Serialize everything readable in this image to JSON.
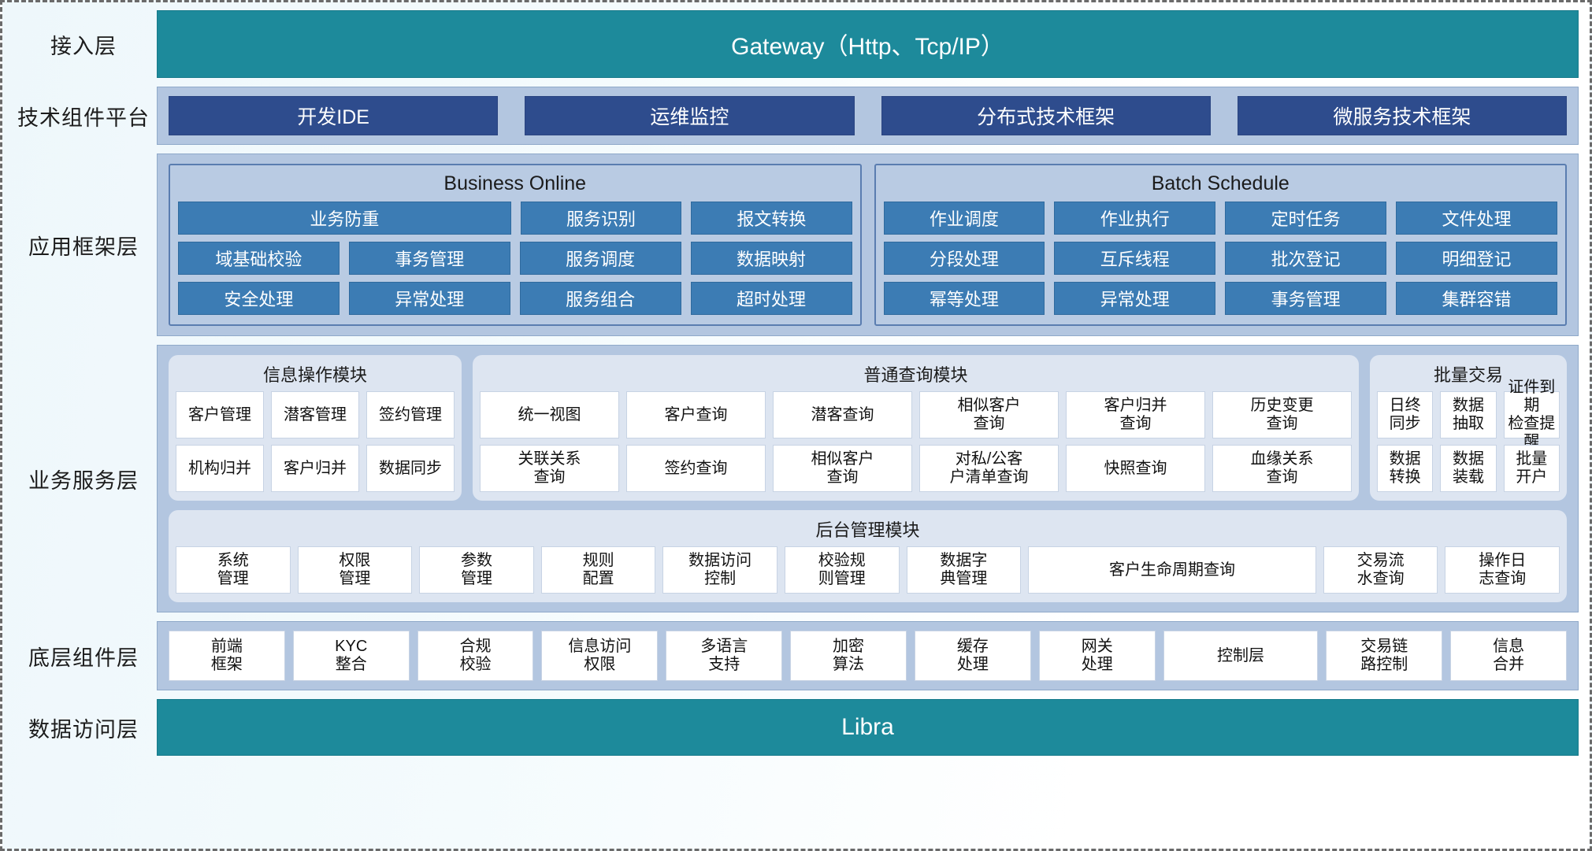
{
  "layers": {
    "access": {
      "label": "接入层",
      "bar": "Gateway（Http、Tcp/IP）"
    },
    "tech": {
      "label": "技术组件平台",
      "items": [
        "开发IDE",
        "运维监控",
        "分布式技术框架",
        "微服务技术框架"
      ]
    },
    "app_framework": {
      "label": "应用框架层",
      "groups": [
        {
          "title": "Business Online",
          "rows": [
            [
              "业务防重",
              "服务识别",
              "报文转换"
            ],
            [
              "域基础校验",
              "事务管理",
              "服务调度",
              "数据映射"
            ],
            [
              "安全处理",
              "异常处理",
              "服务组合",
              "超时处理"
            ]
          ]
        },
        {
          "title": "Batch Schedule",
          "rows": [
            [
              "作业调度",
              "作业执行",
              "定时任务",
              "文件处理"
            ],
            [
              "分段处理",
              "互斥线程",
              "批次登记",
              "明细登记"
            ],
            [
              "幂等处理",
              "异常处理",
              "事务管理",
              "集群容错"
            ]
          ]
        }
      ]
    },
    "business_service": {
      "label": "业务服务层",
      "groups": [
        {
          "title": "信息操作模块",
          "rows": [
            [
              "客户管理",
              "潜客管理",
              "签约管理"
            ],
            [
              "机构归并",
              "客户归并",
              "数据同步"
            ]
          ]
        },
        {
          "title": "普通查询模块",
          "rows": [
            [
              "统一视图",
              "客户查询",
              "潜客查询",
              "相似客户\n查询",
              "客户归并\n查询",
              "历史变更\n查询"
            ],
            [
              "关联关系\n查询",
              "签约查询",
              "相似客户\n查询",
              "对私/公客\n户清单查询",
              "快照查询",
              "血缘关系\n查询"
            ]
          ]
        },
        {
          "title": "批量交易",
          "rows": [
            [
              "日终\n同步",
              "数据\n抽取",
              "证件到期\n检查提醒"
            ],
            [
              "数据\n转换",
              "数据\n装载",
              "批量\n开户"
            ]
          ]
        }
      ],
      "admin": {
        "title": "后台管理模块",
        "items": [
          "系统\n管理",
          "权限\n管理",
          "参数\n管理",
          "规则\n配置",
          "数据访问\n控制",
          "校验规\n则管理",
          "数据字\n典管理",
          "客户生命周期查询",
          "交易流\n水查询",
          "操作日\n志查询"
        ]
      }
    },
    "bottom_component": {
      "label": "底层组件层",
      "items": [
        "前端\n框架",
        "KYC\n整合",
        "合规\n校验",
        "信息访问\n权限",
        "多语言\n支持",
        "加密\n算法",
        "缓存\n处理",
        "网关\n处理",
        "控制层",
        "交易链\n路控制",
        "信息\n合并"
      ]
    },
    "data_access": {
      "label": "数据访问层",
      "bar": "Libra"
    }
  },
  "colors": {
    "teal": "#1d8a9b",
    "panel_blue": "#b3c6e0",
    "tech_btn": "#2e4c8d",
    "fw_cell": "#3c7cb4",
    "group_bg": "#dde5f1",
    "white_box": "#ffffff"
  }
}
